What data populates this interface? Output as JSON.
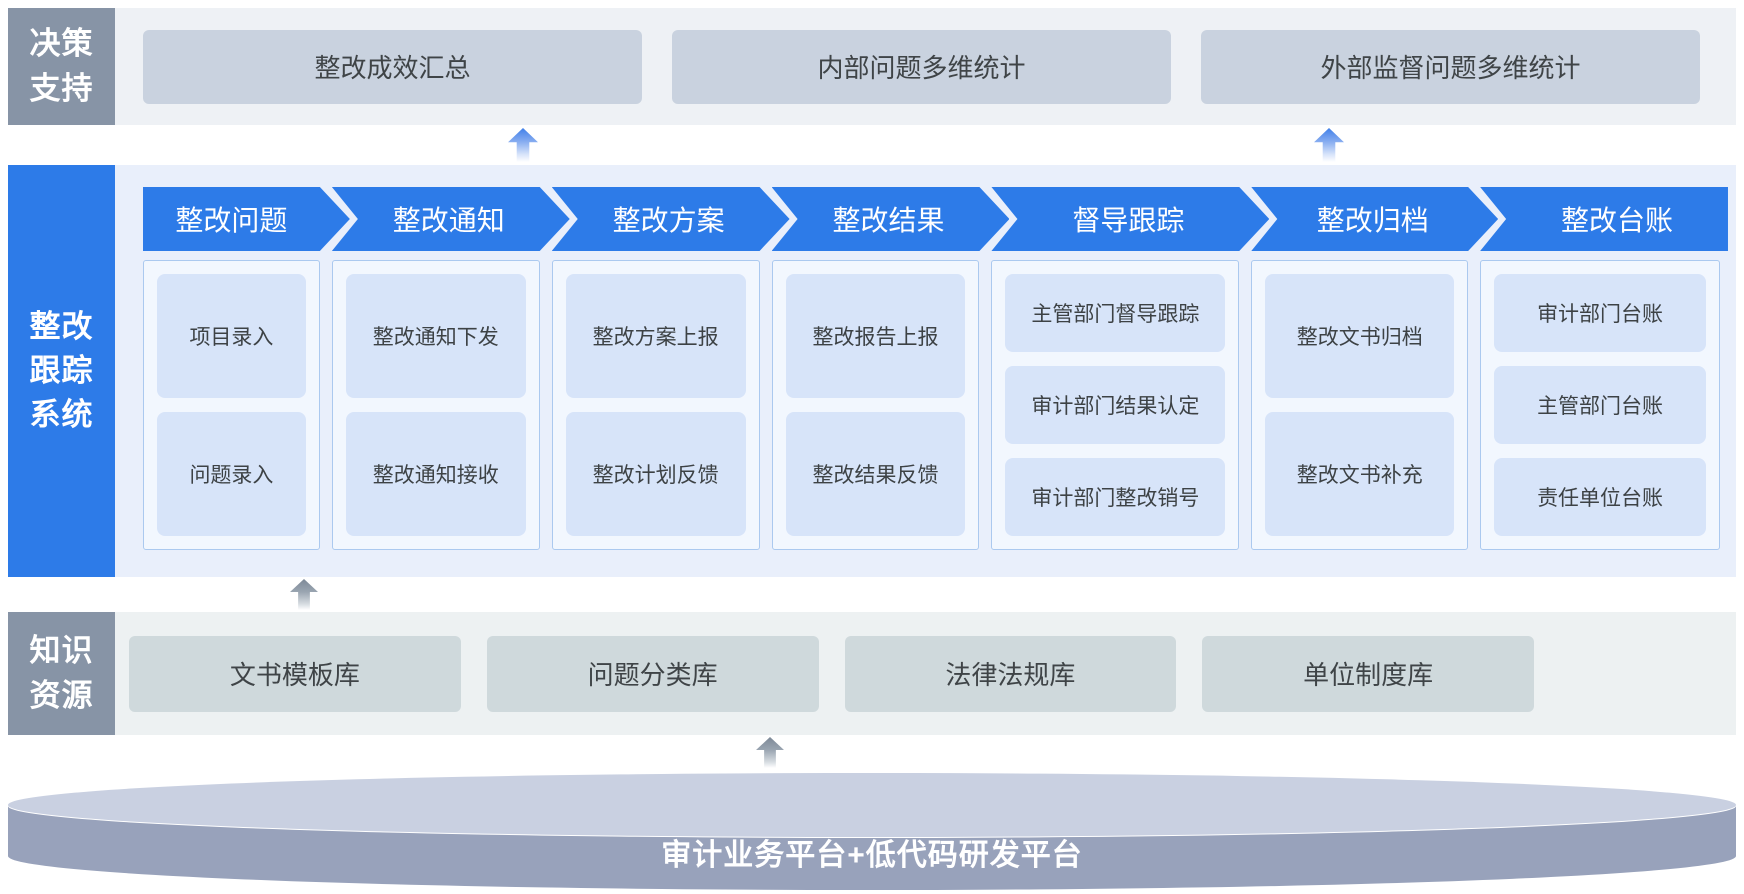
{
  "decision_support": {
    "label_lines": [
      "决策",
      "支持"
    ],
    "items": [
      "整改成效汇总",
      "内部问题多维统计",
      "外部监督问题多维统计"
    ]
  },
  "flow_system": {
    "label_lines": [
      "整改",
      "跟踪",
      "系统"
    ],
    "columns": [
      {
        "header": "整改问题",
        "items": [
          "项目录入",
          "问题录入"
        ]
      },
      {
        "header": "整改通知",
        "items": [
          "整改通知下发",
          "整改通知接收"
        ]
      },
      {
        "header": "整改方案",
        "items": [
          "整改方案上报",
          "整改计划反馈"
        ]
      },
      {
        "header": "整改结果",
        "items": [
          "整改报告上报",
          "整改结果反馈"
        ]
      },
      {
        "header": "督导跟踪",
        "items": [
          "主管部门督导跟踪",
          "审计部门结果认定",
          "审计部门整改销号"
        ]
      },
      {
        "header": "整改归档",
        "items": [
          "整改文书归档",
          "整改文书补充"
        ]
      },
      {
        "header": "整改台账",
        "items": [
          "审计部门台账",
          "主管部门台账",
          "责任单位台账"
        ]
      }
    ]
  },
  "knowledge": {
    "label_lines": [
      "知识",
      "资源"
    ],
    "items": [
      "文书模板库",
      "问题分类库",
      "法律法规库",
      "单位制度库"
    ]
  },
  "platform": {
    "title": "审计业务平台+低代码研发平台"
  },
  "colors": {
    "accent_blue": "#2D7BE8",
    "label_gray": "#8794A6",
    "cell_blue": "#D7E4F9",
    "panel_bg": "#F2F7FE",
    "top_box_gray": "#C9D2DF",
    "knowledge_box_gray": "#CFD9DC",
    "cylinder_top": "#C9D0E1",
    "cylinder_body": "#98A2BB"
  }
}
